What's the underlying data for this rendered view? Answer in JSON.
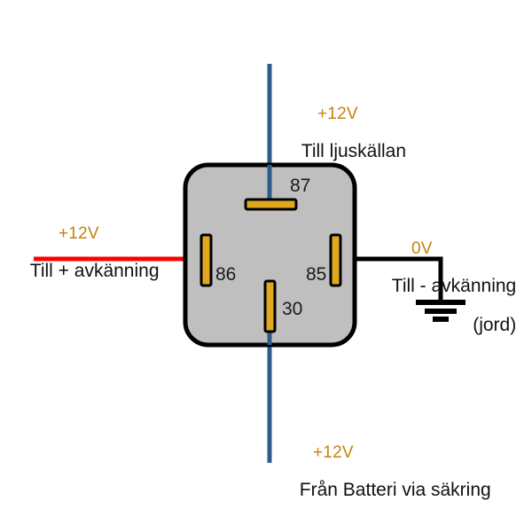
{
  "diagram": {
    "title": "Automotive relay wiring diagram",
    "language": "sv",
    "background_color": "#ffffff",
    "relay": {
      "body_fill": "#bfbfbf",
      "body_stroke": "#000000",
      "terminals": [
        {
          "id": "87",
          "label": "87",
          "orientation": "horizontal",
          "color": "#e0a81e"
        },
        {
          "id": "86",
          "label": "86",
          "orientation": "vertical",
          "color": "#e0a81e"
        },
        {
          "id": "85",
          "label": "85",
          "orientation": "vertical",
          "color": "#e0a81e"
        },
        {
          "id": "30",
          "label": "30",
          "orientation": "vertical",
          "color": "#e0a81e"
        }
      ]
    },
    "wires": [
      {
        "name": "light-source-wire",
        "color": "#2e5c8a",
        "terminal": "87"
      },
      {
        "name": "battery-wire",
        "color": "#2e5c8a",
        "terminal": "30"
      },
      {
        "name": "positive-sense-wire",
        "color": "#ff0000",
        "terminal": "86"
      },
      {
        "name": "ground-wire",
        "color": "#000000",
        "terminal": "85"
      }
    ],
    "labels": {
      "top": {
        "voltage": "+12V",
        "description": "Till ljuskällan"
      },
      "left": {
        "voltage": "+12V",
        "description": "Till + avkänning"
      },
      "right": {
        "voltage": "0V",
        "description": "Till - avkänning",
        "note": "(jord)"
      },
      "bottom": {
        "voltage": "+12V",
        "description": "Från Batteri via säkring"
      }
    },
    "ground_symbol": {
      "name": "earth-ground",
      "color": "#000000"
    }
  }
}
